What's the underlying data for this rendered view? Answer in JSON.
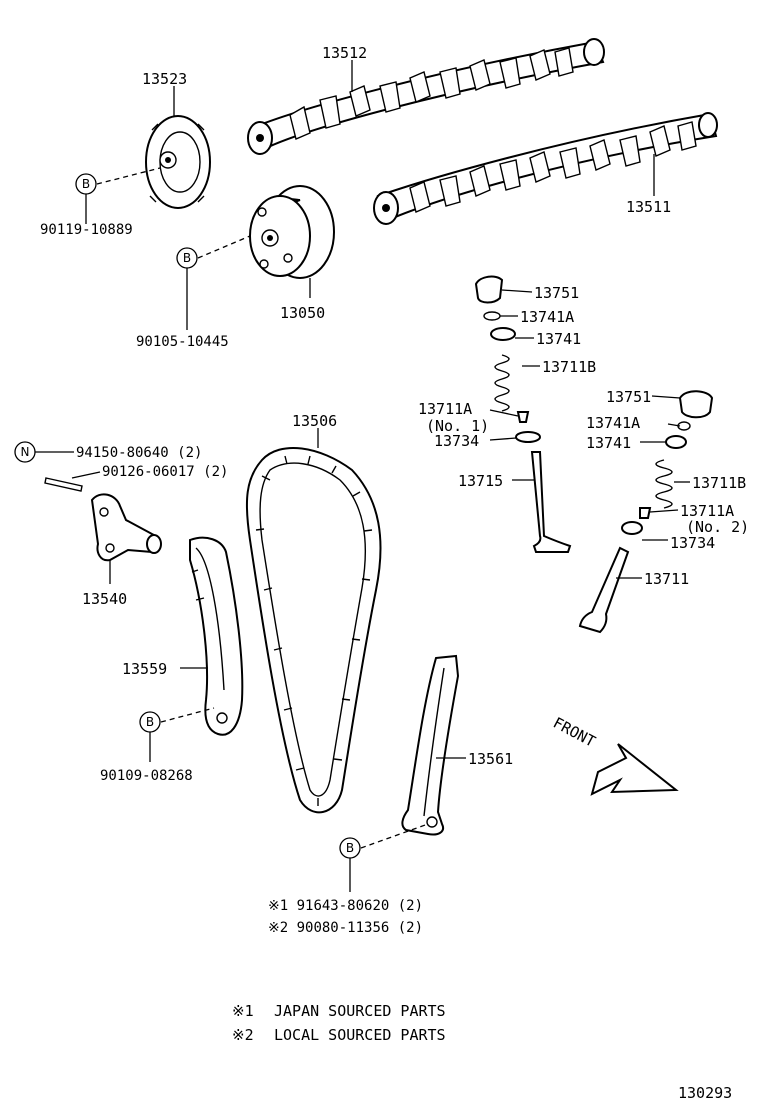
{
  "labels": {
    "p13523": "13523",
    "p13512": "13512",
    "p13511": "13511",
    "p13050": "13050",
    "p90119": "90119-10889",
    "p90105": "90105-10445",
    "p13751a": "13751",
    "p13741Aa": "13741A",
    "p13741a": "13741",
    "p13711Ba": "13711B",
    "p13711Aa": "13711A",
    "p13711Aa_sub": "(No. 1)",
    "p13734a": "13734",
    "p13715": "13715",
    "p13751b": "13751",
    "p13741Ab": "13741A",
    "p13741b": "13741",
    "p13711Bb": "13711B",
    "p13711Ab": "13711A",
    "p13711Ab_sub": "(No. 2)",
    "p13734b": "13734",
    "p13711": "13711",
    "p13506": "13506",
    "p94150": "94150-80640 (2)",
    "p90126": "90126-06017 (2)",
    "p13540": "13540",
    "p13559": "13559",
    "p90109": "90109-08268",
    "p13561": "13561",
    "p91643": "※1 91643-80620 (2)",
    "p90080": "※2 90080-11356 (2)",
    "front": "FRONT"
  },
  "markers": {
    "b": "B",
    "n": "N"
  },
  "notes": {
    "n1_mark": "※1",
    "n1_text": "JAPAN SOURCED PARTS",
    "n2_mark": "※2",
    "n2_text": "LOCAL SOURCED PARTS"
  },
  "figure_id": "130293"
}
